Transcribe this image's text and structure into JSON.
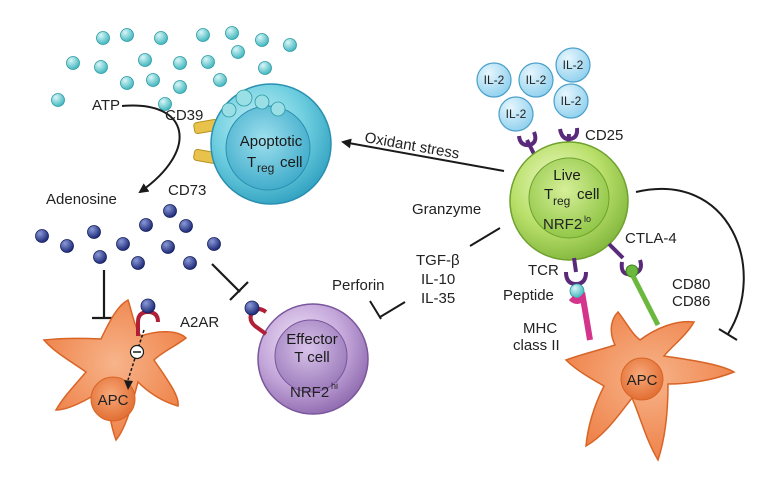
{
  "labels": {
    "atp": "ATP",
    "cd39": "CD39",
    "cd73": "CD73",
    "adenosine": "Adenosine",
    "a2ar": "A2AR",
    "oxidant_stress": "Oxidant stress",
    "granzyme": "Granzyme",
    "perforin": "Perforin",
    "tgf_beta": "TGF-β",
    "il10": "IL-10",
    "il35": "IL-35",
    "cd25": "CD25",
    "ctla4": "CTLA-4",
    "tcr": "TCR",
    "peptide": "Peptide",
    "mhc": "MHC",
    "class_ii": "class II",
    "cd80": "CD80",
    "cd86": "CD86",
    "il2": "IL-2"
  },
  "cells": {
    "apoptotic_treg": {
      "line1": "Apoptotic",
      "t": "T",
      "reg": "reg",
      "cell": "cell"
    },
    "live_treg": {
      "line1": "Live",
      "t": "T",
      "reg": "reg",
      "cell": "cell",
      "nrf2": "NRF2",
      "nrf2_level": "lo"
    },
    "effector": {
      "line1": "Effector",
      "line2": "T cell",
      "nrf2": "NRF2",
      "nrf2_level": "hi"
    },
    "apc_left": "APC",
    "apc_right": "APC"
  },
  "colors": {
    "atp_dot": "#66cdd2",
    "adenosine_dot": "#2c3c8e",
    "apoptotic_cell": "#5ec3d8",
    "live_treg_cell": "#a6d64a",
    "effector_cell": "#a889c2",
    "apc": "#f08a52",
    "receptor": "#5a2a7a",
    "mhc": "#d5348c",
    "cd80": "#6ab83d",
    "a2ar": "#b01f36"
  }
}
